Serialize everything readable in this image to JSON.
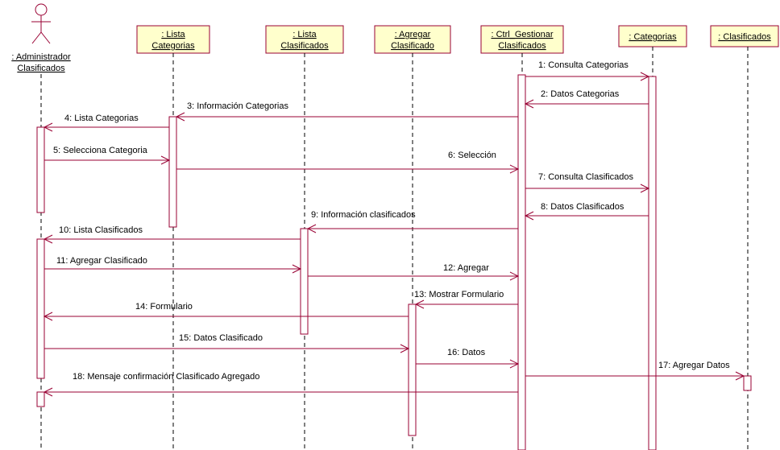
{
  "actor": {
    "line1": ": Administrador",
    "line2": "Clasificados",
    "icon": "stick-figure-icon"
  },
  "objects": [
    {
      "id": "lista-categorias",
      "line1": ": Lista",
      "line2": "Categorias"
    },
    {
      "id": "lista-clasificados",
      "line1": ": Lista",
      "line2": "Clasificados"
    },
    {
      "id": "agregar-clasificado",
      "line1": ": Agregar",
      "line2": "Clasificado"
    },
    {
      "id": "ctrl-gestionar",
      "line1": ": Ctrl_Gestionar",
      "line2": "Clasificados"
    },
    {
      "id": "categorias",
      "line1": ": Categorias",
      "line2": ""
    },
    {
      "id": "clasificados",
      "line1": ": Clasificados",
      "line2": ""
    }
  ],
  "messages": [
    {
      "label": "1: Consulta Categorias",
      "from": "ctrl-gestionar",
      "to": "categorias"
    },
    {
      "label": "2: Datos Categorias",
      "from": "categorias",
      "to": "ctrl-gestionar"
    },
    {
      "label": "3: Información Categorias",
      "from": "ctrl-gestionar",
      "to": "lista-categorias"
    },
    {
      "label": "4: Lista Categorias",
      "from": "lista-categorias",
      "to": "actor"
    },
    {
      "label": "5: Selecciona Categoria",
      "from": "actor",
      "to": "lista-categorias"
    },
    {
      "label": "6: Selección",
      "from": "lista-categorias",
      "to": "ctrl-gestionar"
    },
    {
      "label": "7: Consulta Clasificados",
      "from": "ctrl-gestionar",
      "to": "categorias"
    },
    {
      "label": "8: Datos Clasificados",
      "from": "categorias",
      "to": "ctrl-gestionar"
    },
    {
      "label": "9: Información clasificados",
      "from": "ctrl-gestionar",
      "to": "lista-clasificados"
    },
    {
      "label": "10: Lista Clasificados",
      "from": "lista-clasificados",
      "to": "actor"
    },
    {
      "label": "11: Agregar Clasificado",
      "from": "actor",
      "to": "lista-clasificados"
    },
    {
      "label": "12: Agregar",
      "from": "lista-clasificados",
      "to": "ctrl-gestionar"
    },
    {
      "label": "13: Mostrar Formulario",
      "from": "ctrl-gestionar",
      "to": "agregar-clasificado"
    },
    {
      "label": "14: Formulario",
      "from": "agregar-clasificado",
      "to": "actor"
    },
    {
      "label": "15: Datos Clasificado",
      "from": "actor",
      "to": "agregar-clasificado"
    },
    {
      "label": "16: Datos",
      "from": "agregar-clasificado",
      "to": "ctrl-gestionar"
    },
    {
      "label": "17: Agregar Datos",
      "from": "ctrl-gestionar",
      "to": "clasificados"
    },
    {
      "label": "18: Mensaje confirmación Clasificado Agregado",
      "from": "ctrl-gestionar",
      "to": "actor"
    }
  ],
  "colors": {
    "stroke": "#990033",
    "box_fill": "#ffffcc",
    "background": "#ffffff"
  }
}
